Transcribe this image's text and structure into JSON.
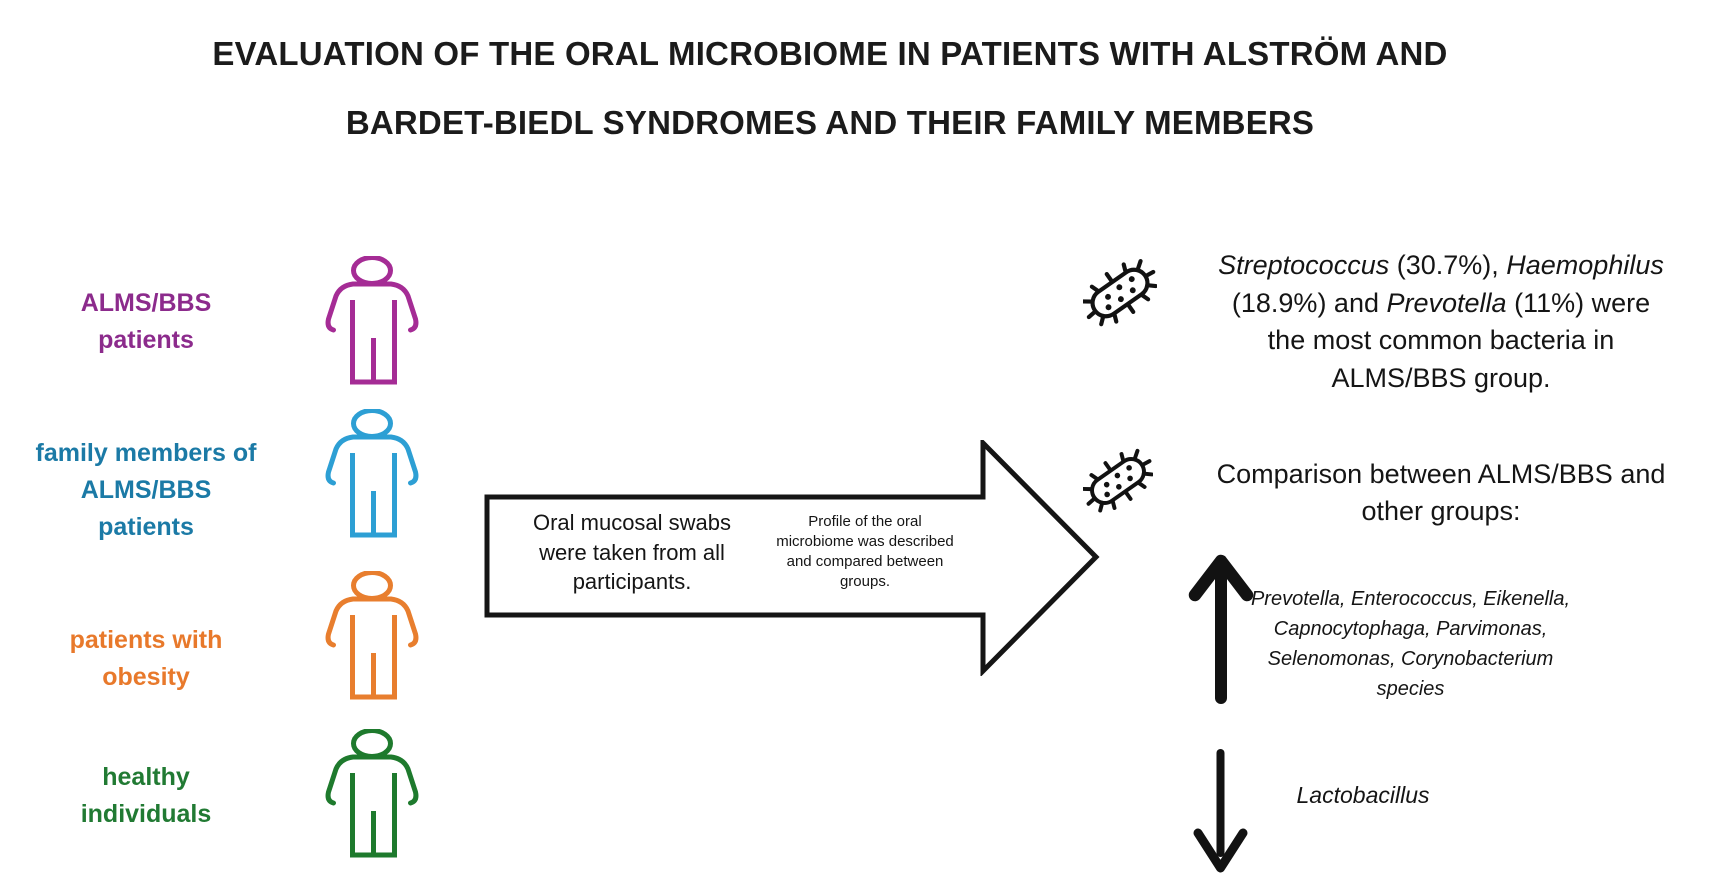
{
  "title": {
    "line1": "EVALUATION OF THE ORAL MICROBIOME IN PATIENTS WITH ALSTRÖM AND",
    "line2": "BARDET-BIEDL SYNDROMES AND THEIR FAMILY MEMBERS"
  },
  "groups": [
    {
      "label": "ALMS/BBS\npatients",
      "text_color": "#8c2b8c",
      "icon_color": "#a52c95",
      "icon": "person-icon"
    },
    {
      "label": "family members of\nALMS/BBS\npatients",
      "text_color": "#1b7aa6",
      "icon_color": "#2d9fd4",
      "icon": "person-icon"
    },
    {
      "label": "patients with\nobesity",
      "text_color": "#e8792b",
      "icon_color": "#e87e2e",
      "icon": "person-icon"
    },
    {
      "label": "healthy\nindividuals",
      "text_color": "#217a33",
      "icon_color": "#1e7a2d",
      "icon": "person-icon"
    }
  ],
  "method_arrow": {
    "step1": "Oral mucosal swabs\nwere taken from all\nparticipants.",
    "step2": "Profile of the oral\nmicrobiome was described\nand compared between\ngroups."
  },
  "findings": {
    "top_bacteria_segments": [
      {
        "t": "Streptococcus",
        "i": true
      },
      {
        "t": " (30.7%), ",
        "i": false
      },
      {
        "t": "Haemophilus",
        "i": true
      },
      {
        "t": "\n(18.9%) and ",
        "i": false
      },
      {
        "t": "Prevotella",
        "i": true
      },
      {
        "t": " (11%) were\nthe most common bacteria in\nALMS/BBS group.",
        "i": false
      }
    ],
    "comparison_heading": "Comparison between ALMS/BBS and\nother groups:",
    "increased_label": "Prevotella, Enterococcus, Eikenella,\nCapnocytophaga, Parvimonas,\nSelenomonas, Corynobacterium\nspecies",
    "decreased_label": "Lactobacillus"
  }
}
